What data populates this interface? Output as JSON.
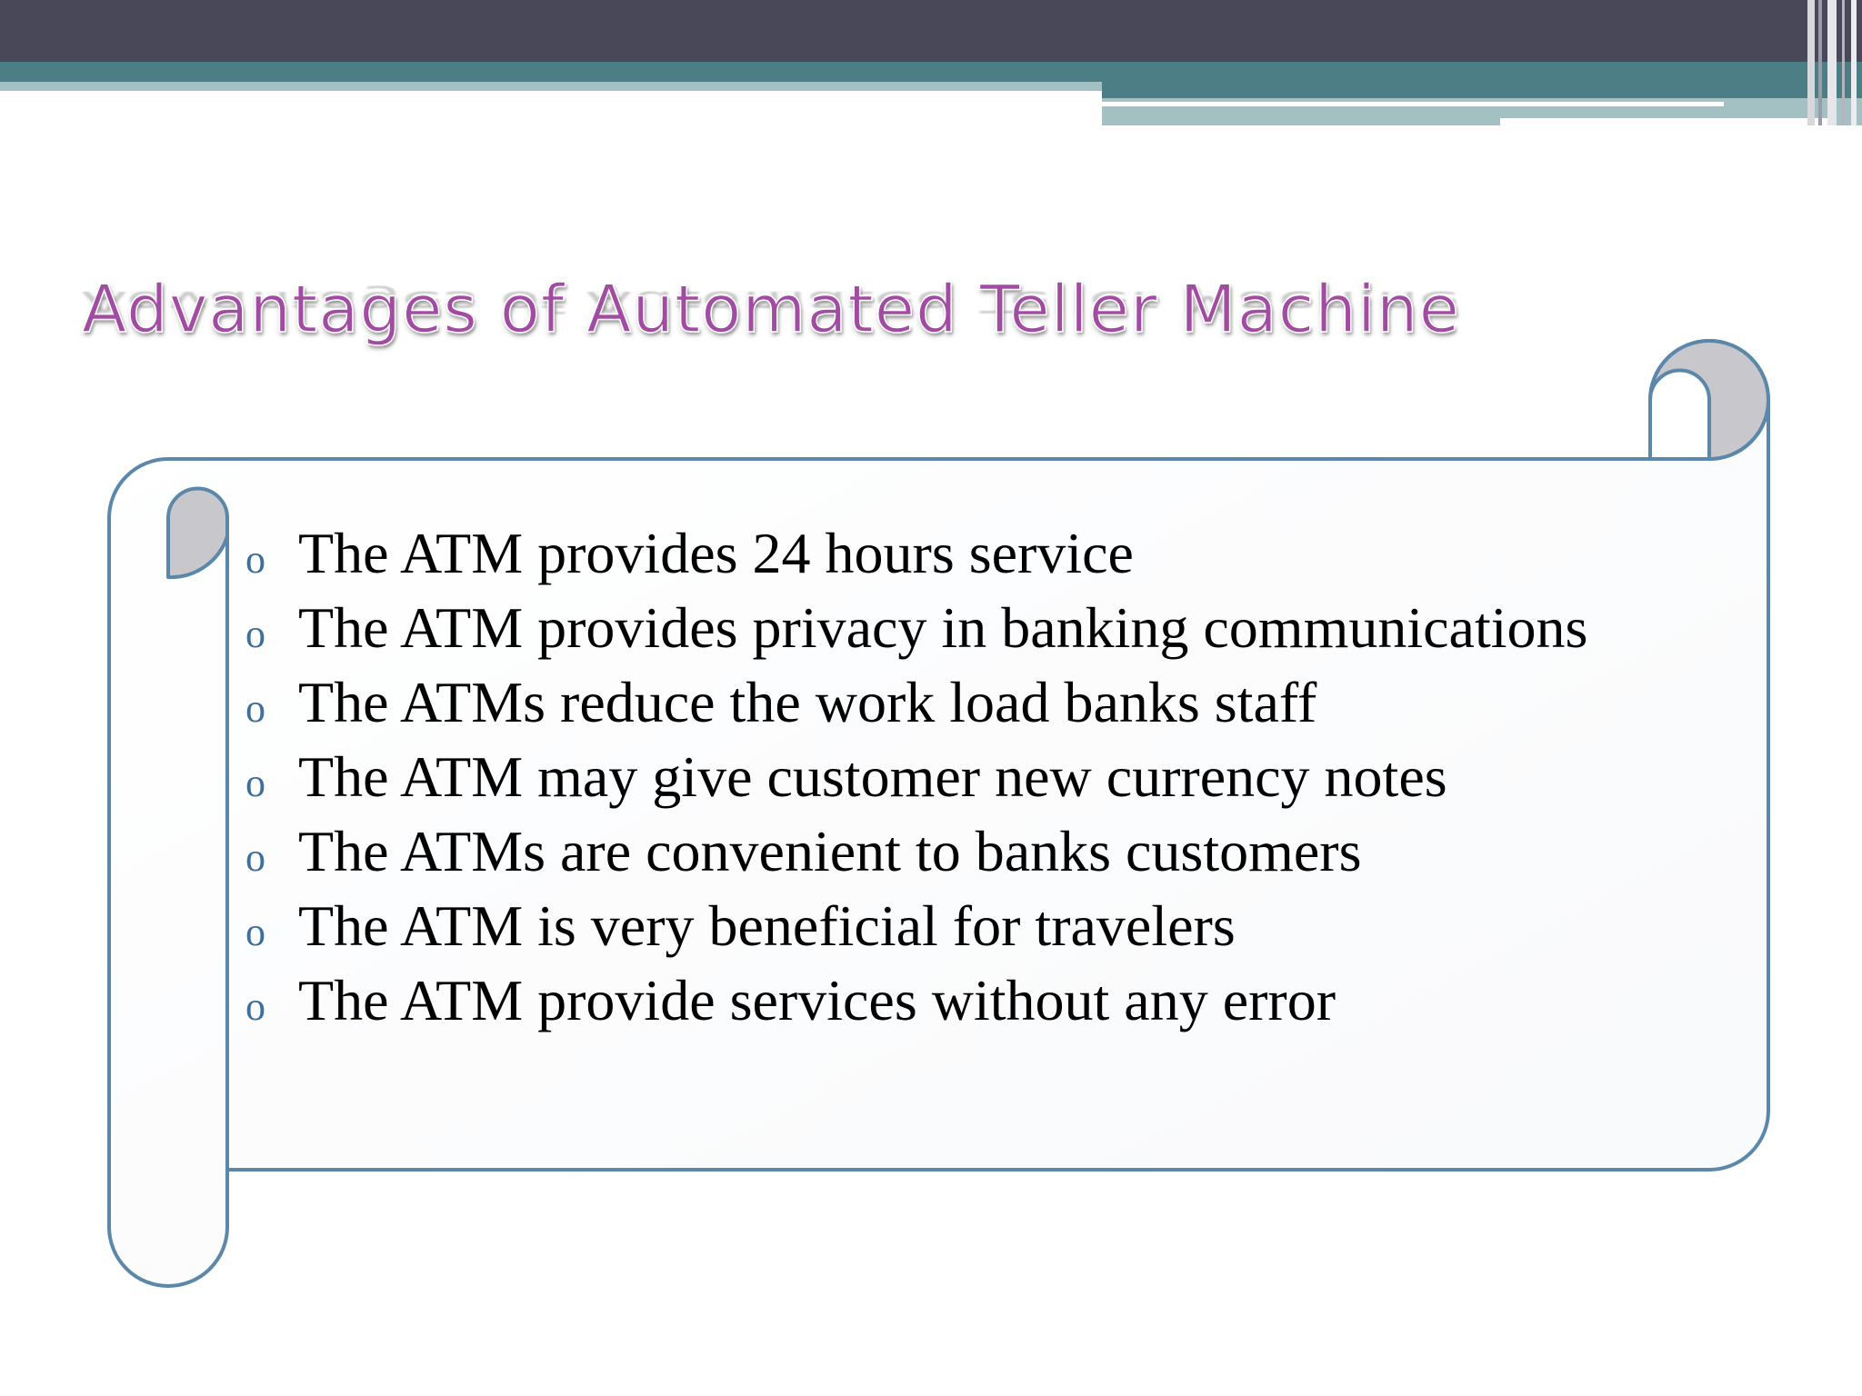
{
  "slide": {
    "title": "Advantages of Automated Teller Machine",
    "bullet_icon": "hollow-circle-bullet",
    "bullets": [
      "The ATM provides 24 hours service",
      "The ATM provides privacy in banking communications",
      "The ATMs reduce the work load banks staff",
      "The ATM may give customer new currency notes",
      "The ATMs are convenient to banks customers",
      "The ATM is very beneficial for travelers",
      "The ATM provide services without any error"
    ]
  },
  "colors": {
    "header_dark": "#484858",
    "header_teal": "#4b7f85",
    "header_light": "#a3c0c2",
    "title": "#a14ba3",
    "scroll_outline": "#5b87aa",
    "scroll_curl_fill": "#c8c8cc",
    "bullet_marker": "#3e6f9c",
    "text": "#000000"
  }
}
